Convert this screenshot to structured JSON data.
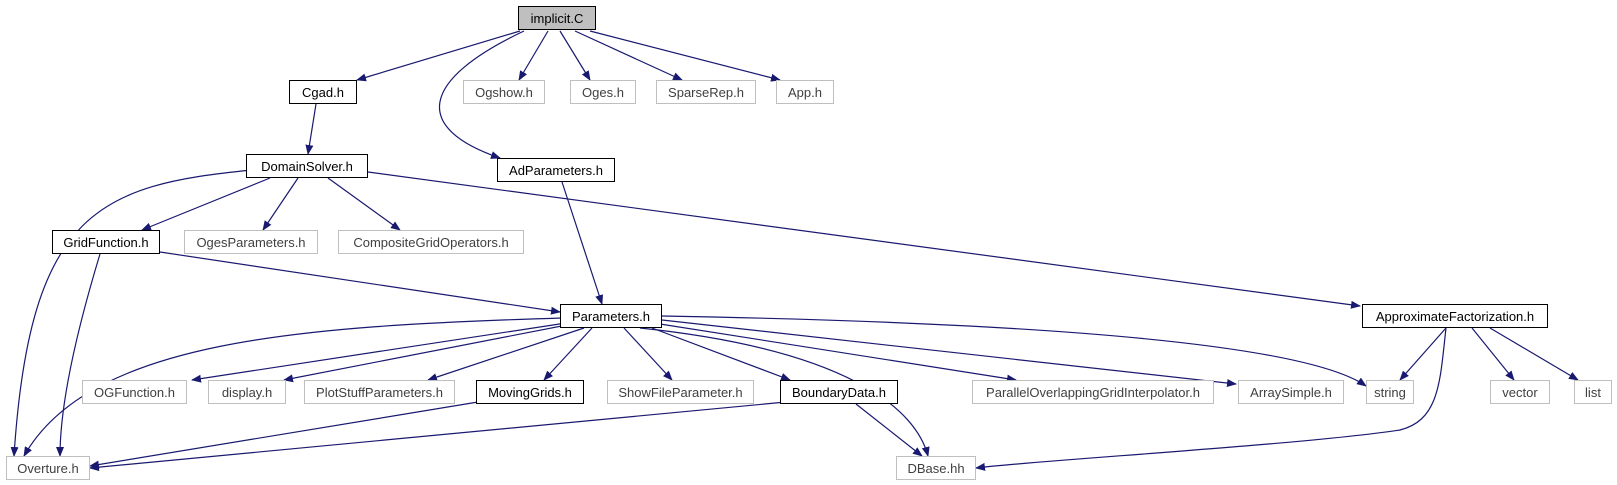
{
  "graph": {
    "edge_color": "#191970",
    "colors": {
      "root_fill": "#bfbfbf",
      "documented_border": "#000000",
      "undocumented_border": "#bfbfbf"
    },
    "nodes": {
      "implicit_c": "implicit.C",
      "cgad_h": "Cgad.h",
      "ogshow_h": "Ogshow.h",
      "oges_h": "Oges.h",
      "sparserep_h": "SparseRep.h",
      "app_h": "App.h",
      "domainsolver_h": "DomainSolver.h",
      "adparameters_h": "AdParameters.h",
      "gridfunction_h": "GridFunction.h",
      "ogesparameters_h": "OgesParameters.h",
      "compositegridoperators_h": "CompositeGridOperators.h",
      "parameters_h": "Parameters.h",
      "approximatefactorization_h": "ApproximateFactorization.h",
      "ogfunction_h": "OGFunction.h",
      "display_h": "display.h",
      "plotstuffparameters_h": "PlotStuffParameters.h",
      "movinggrids_h": "MovingGrids.h",
      "showfileparameter_h": "ShowFileParameter.h",
      "boundarydata_h": "BoundaryData.h",
      "paralleloverlappinggridinterpolator_h": "ParallelOverlappingGridInterpolator.h",
      "arraysimple_h": "ArraySimple.h",
      "string": "string",
      "vector": "vector",
      "list": "list",
      "overture_h": "Overture.h",
      "dbase_hh": "DBase.hh"
    }
  }
}
